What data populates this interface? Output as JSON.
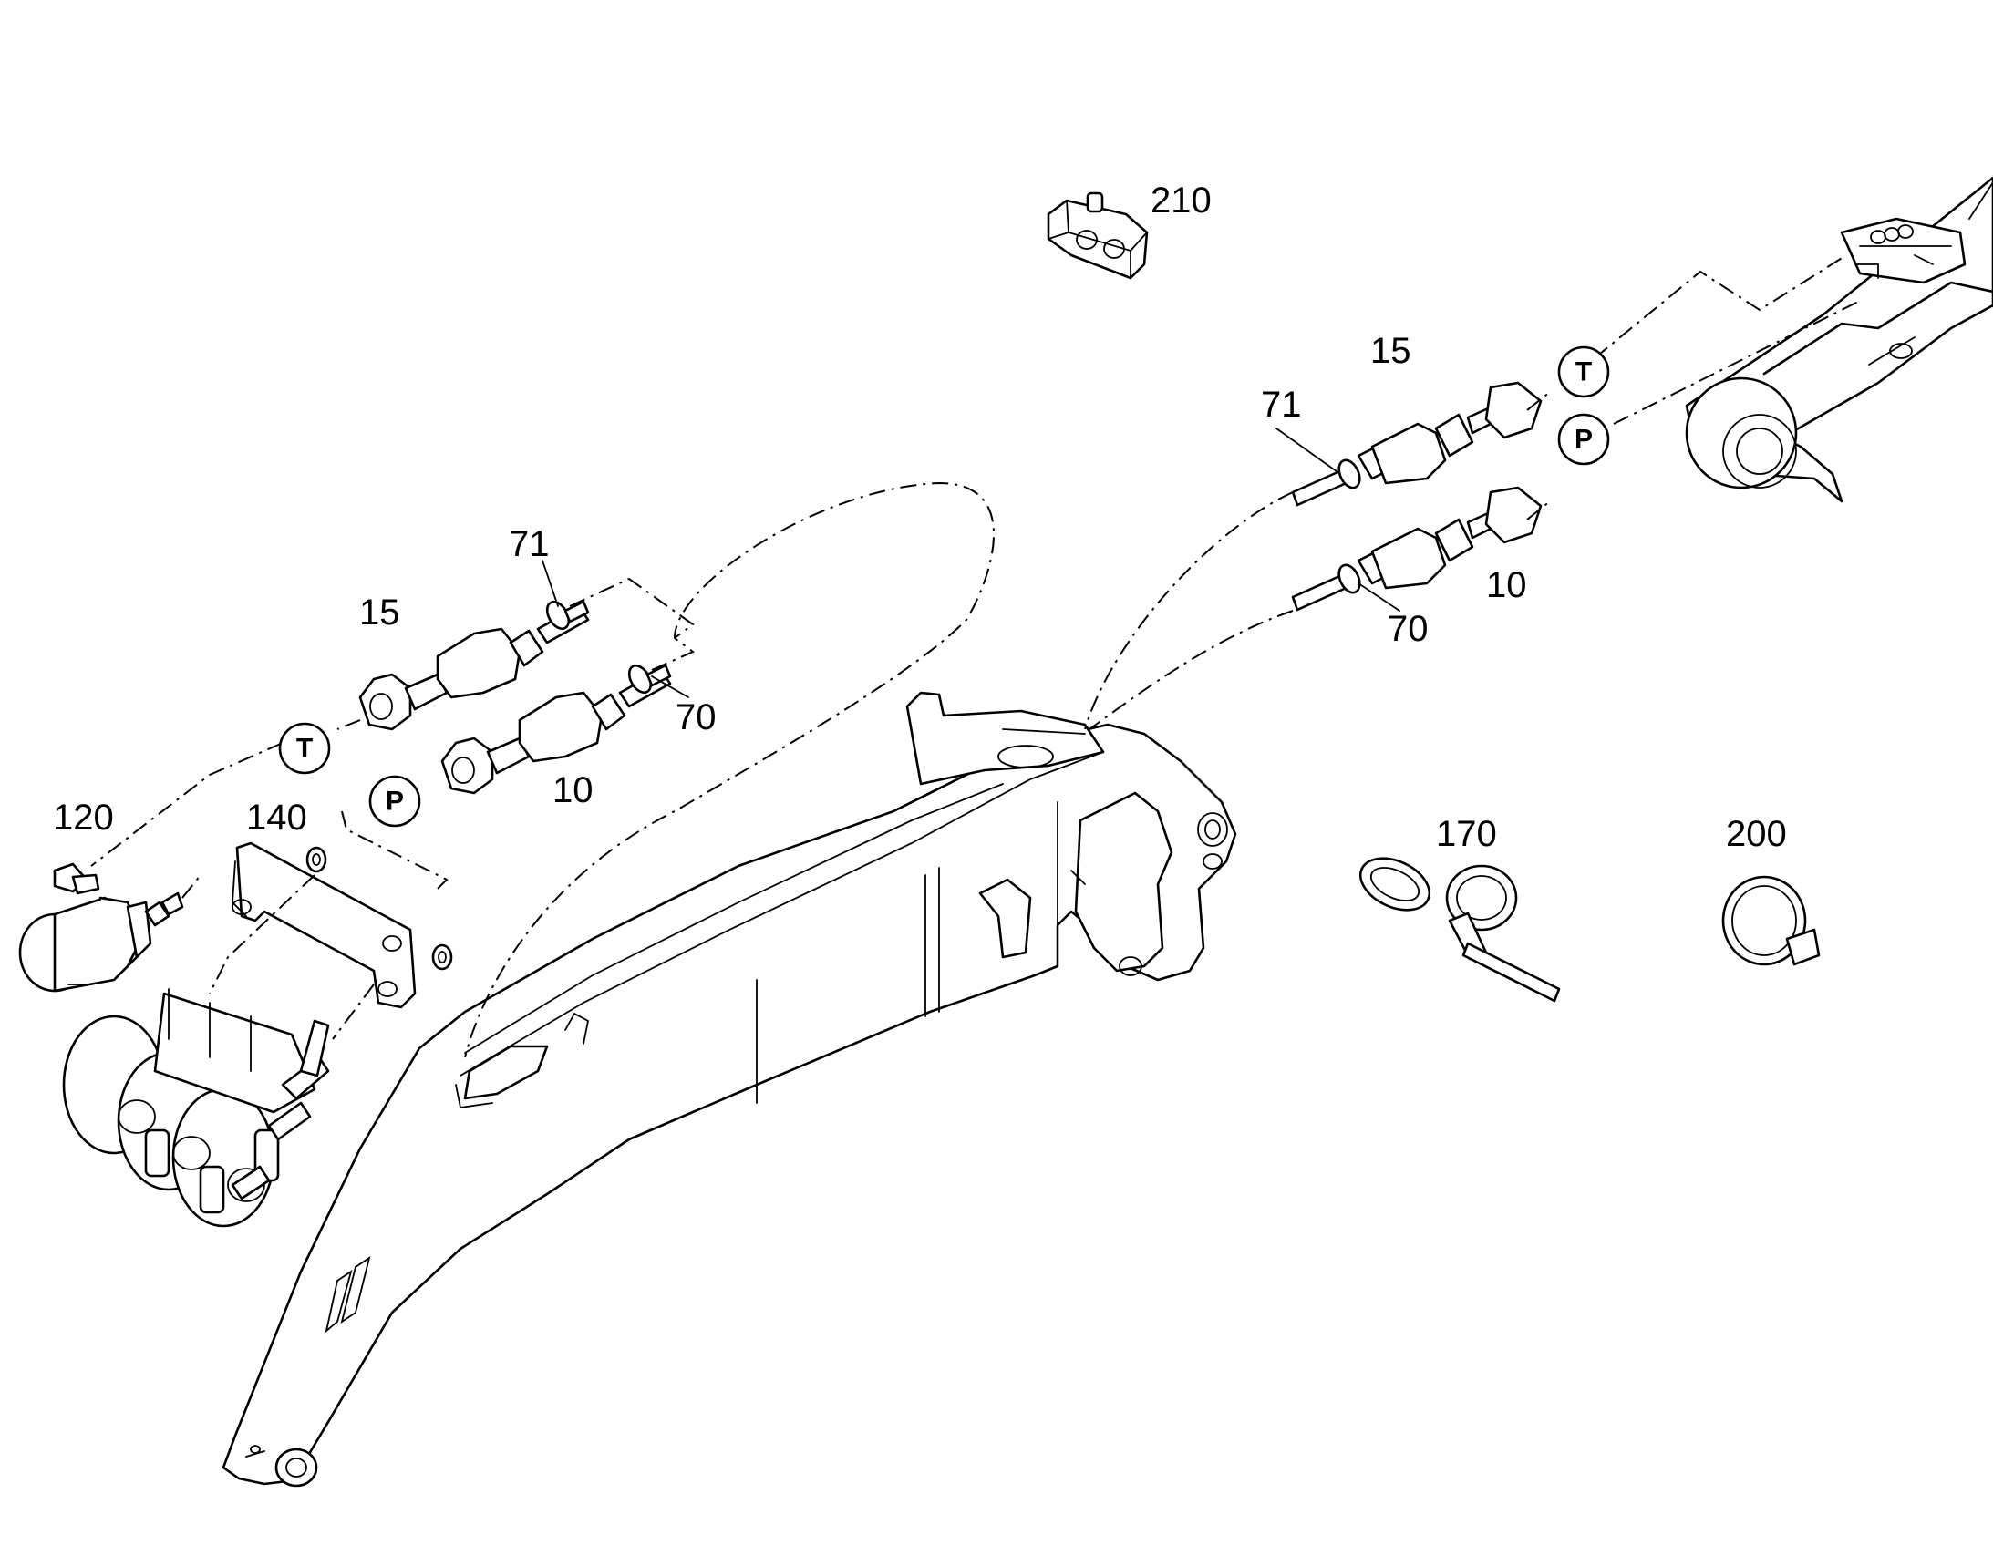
{
  "labels": {
    "l210": "210",
    "r15": "15",
    "r71": "71",
    "r10": "10",
    "r70": "70",
    "l71": "71",
    "l15": "15",
    "l70": "70",
    "l10": "10",
    "l120": "120",
    "l140": "140",
    "l170": "170",
    "l200": "200"
  },
  "ports": {
    "tank": "T",
    "pressure": "P"
  }
}
